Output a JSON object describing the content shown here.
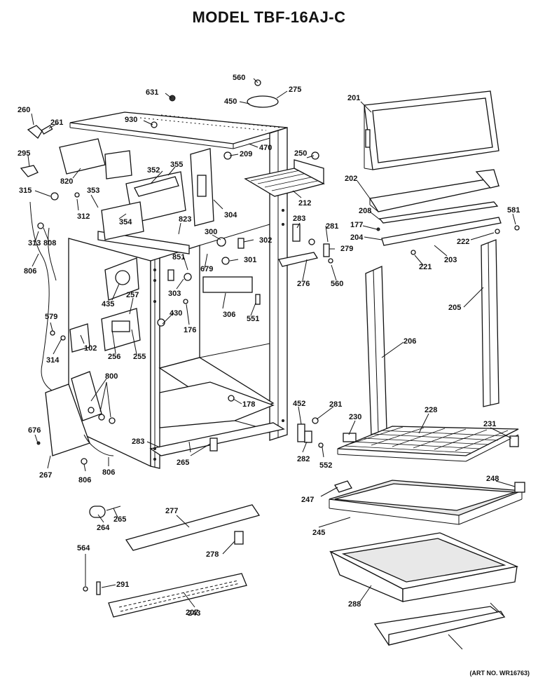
{
  "title": "MODEL TBF-16AJ-C",
  "art_number": "(ART NO. WR16763)",
  "callouts": [
    "560",
    "275",
    "631",
    "450",
    "201",
    "260",
    "261",
    "930",
    "470",
    "209",
    "250",
    "295",
    "820",
    "352",
    "355",
    "212",
    "202",
    "315",
    "353",
    "354",
    "312",
    "823",
    "304",
    "208",
    "581",
    "177",
    "281",
    "283",
    "204",
    "222",
    "313",
    "808",
    "300",
    "302",
    "279",
    "806",
    "851",
    "301",
    "221",
    "203",
    "679",
    "276",
    "560",
    "435",
    "303",
    "257",
    "306",
    "551",
    "205",
    "579",
    "430",
    "176",
    "102",
    "314",
    "256",
    "255",
    "206",
    "800",
    "178",
    "452",
    "281",
    "228",
    "230",
    "231",
    "676",
    "283",
    "265",
    "282",
    "552",
    "267",
    "806",
    "806",
    "248",
    "247",
    "264",
    "265",
    "277",
    "245",
    "278",
    "564",
    "291",
    "243",
    "288",
    "207"
  ]
}
